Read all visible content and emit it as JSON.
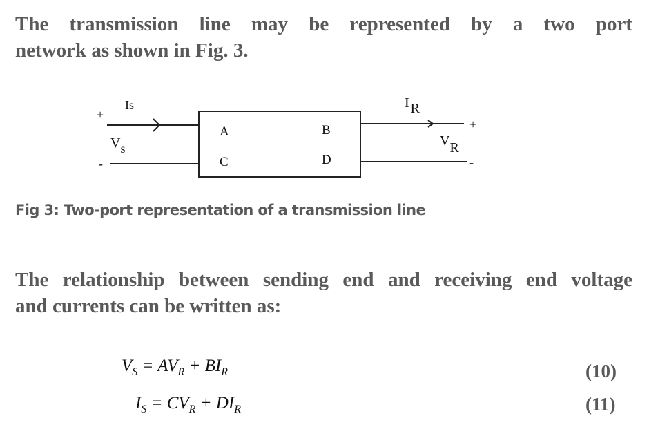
{
  "intro": {
    "line1": "The transmission line may be represented by a two port",
    "line2": "network as shown in Fig. 3."
  },
  "figure": {
    "caption": "Fig 3: Two-port representation of a transmission line",
    "labels": {
      "plus_left": "+",
      "minus_left": "-",
      "is": "Is",
      "vs_main": "V",
      "vs_sub": "s",
      "a": "A",
      "b": "B",
      "c": "C",
      "d": "D",
      "ir_main": "I",
      "ir_sub": "R",
      "vr_main": "V",
      "vr_sub": "R",
      "plus_right": "+",
      "minus_right": "-"
    }
  },
  "relation": {
    "line1": "The relationship between sending end and receiving end voltage",
    "line2": "and currents can be written as:"
  },
  "equations": [
    {
      "lhs": "V",
      "lhs_sub": "S",
      "rhs1": " = AV",
      "rhs1_sub": "R",
      "rhs2": " + BI",
      "rhs2_sub": "R",
      "number": "(10)"
    },
    {
      "lhs": "I",
      "lhs_sub": "S",
      "rhs1": " = CV",
      "rhs1_sub": "R",
      "rhs2": " + DI",
      "rhs2_sub": "R",
      "number": "(11)"
    }
  ]
}
